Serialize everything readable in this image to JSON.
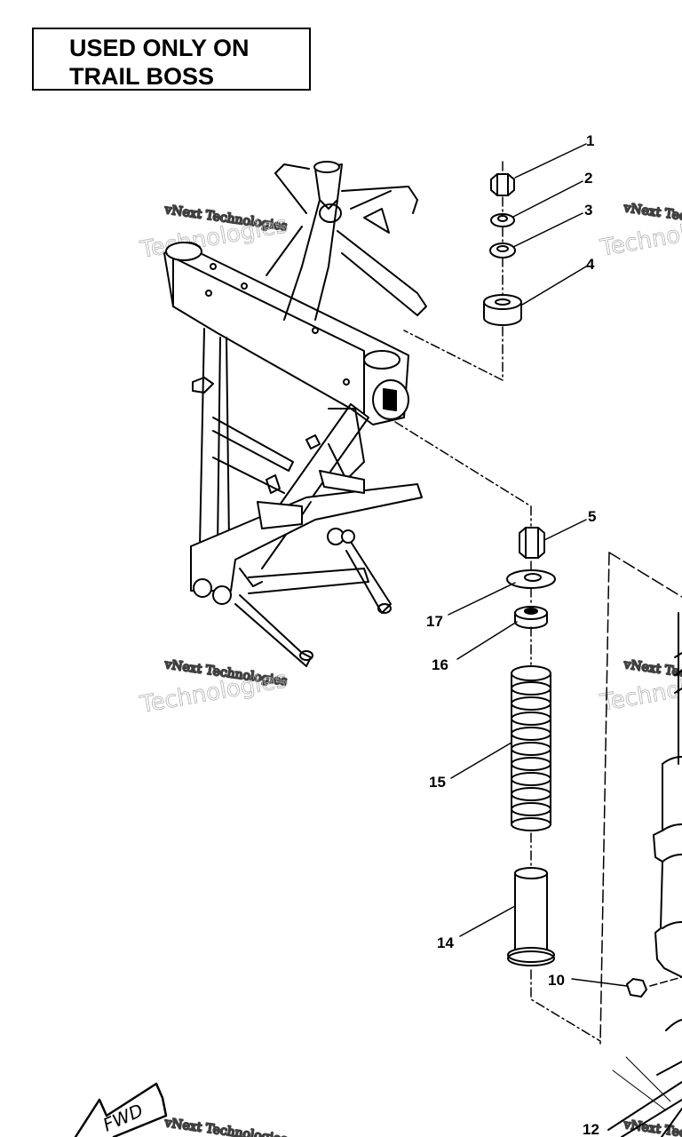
{
  "notice": {
    "line1": "USED ONLY ON",
    "line2": "TRAIL BOSS"
  },
  "callouts": {
    "c1": "1",
    "c2": "2",
    "c3": "3",
    "c4": "4",
    "c5": "5",
    "c10": "10",
    "c12": "12",
    "c14": "14",
    "c15": "15",
    "c16": "16",
    "c17": "17"
  },
  "watermark": {
    "line1": "vNext Technologies",
    "line2": "Technologies"
  },
  "direction": {
    "fwd": "FWD"
  }
}
